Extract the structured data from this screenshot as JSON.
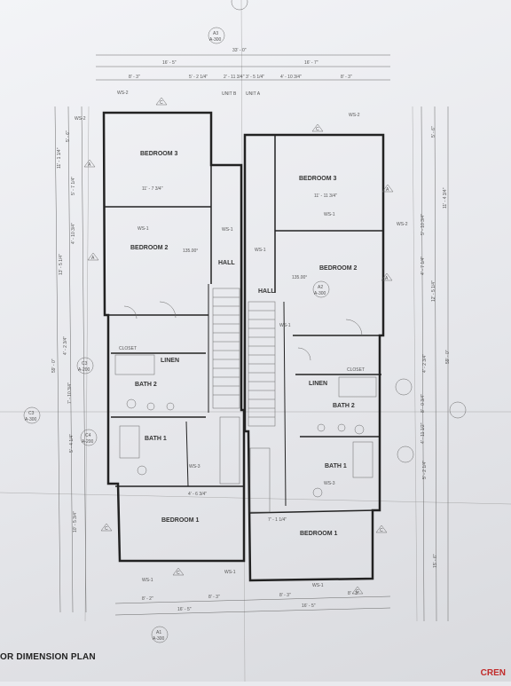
{
  "drawing": {
    "title": "OR DIMENSION PLAN",
    "watermark": "CREN",
    "overall_dims": {
      "total": "33' - 0\"",
      "left": "16' - 5\"",
      "right": "16' - 7\""
    },
    "top_dims": [
      "8' - 3\"",
      "5' - 2 1/4\"",
      "2' - 11 3/4\"",
      "3' - 5 1/4\"",
      "4' - 10 3/4\"",
      "8' - 3\""
    ],
    "unit_labels": [
      "UNIT B",
      "UNIT A"
    ],
    "left_dims": [
      "11' - 1 1/4\"",
      "5' - 6\"",
      "5' - 7 1/4\"",
      "4' - 10 3/4\"",
      "13' - 5 1/4\"",
      "4' - 2 3/4\"",
      "7' - 10 3/4\"",
      "5' - 4 1/4\"",
      "10' - 5 3/4\"",
      "59' - 0\""
    ],
    "right_dims": [
      "5' - 6\"",
      "11' - 4 3/4\"",
      "5' - 10 3/4\"",
      "4' - 7 1/4\"",
      "12' - 5 1/4\"",
      "4' - 2 3/4\"",
      "8' - 0 3/4\"",
      "4' - 11 1/2\"",
      "5' - 2 1/4\"",
      "15' - 6\"",
      "59' - 0\""
    ],
    "bottom_dims": {
      "left": "16' - 5\"",
      "right": "16' - 5\"",
      "sub": [
        "8' - 2\"",
        "8' - 3\"",
        "8' - 3\"",
        "8' - 3\""
      ]
    },
    "rooms_left": [
      {
        "name": "BEDROOM 3",
        "dim": "11' - 7 3/4\""
      },
      {
        "name": "BEDROOM 2",
        "dim": "135.00°"
      },
      {
        "name": "HALL"
      },
      {
        "name": "CLOSET"
      },
      {
        "name": "LINEN"
      },
      {
        "name": "BATH 2"
      },
      {
        "name": "BATH 1"
      },
      {
        "name": "BEDROOM 1",
        "dim": "4' - 6 3/4\""
      }
    ],
    "rooms_right": [
      {
        "name": "BEDROOM 3",
        "dim": "11' - 11 3/4\""
      },
      {
        "name": "BEDROOM 2",
        "dim": "135.00°"
      },
      {
        "name": "HALL"
      },
      {
        "name": "CLOSET"
      },
      {
        "name": "LINEN"
      },
      {
        "name": "BATH 2"
      },
      {
        "name": "BATH 1"
      },
      {
        "name": "BEDROOM 1",
        "dim": "7' - 1 1/4\""
      }
    ],
    "section_markers": [
      {
        "id": "A3",
        "sheet": "A-300"
      },
      {
        "id": "C3",
        "sheet": "A-300"
      },
      {
        "id": "C3",
        "sheet": "A-200"
      },
      {
        "id": "C4",
        "sheet": "A-200"
      },
      {
        "id": "A1",
        "sheet": "A-300"
      },
      {
        "id": "A2",
        "sheet": "A-300"
      }
    ],
    "wall_tags": [
      "WS-1",
      "WS-2",
      "WS-3"
    ],
    "grid_bubble": "A",
    "door_tag": "C"
  }
}
